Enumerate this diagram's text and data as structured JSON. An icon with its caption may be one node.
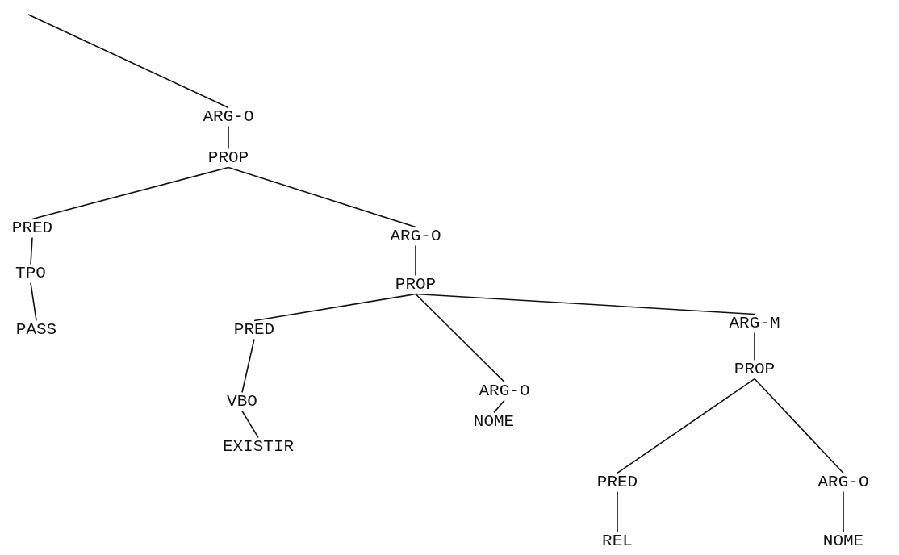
{
  "diagram": {
    "nodes": [
      {
        "text": [
          "ARG-O"
        ]
      },
      {
        "text": [
          "PROP"
        ]
      },
      {
        "text": [
          "PRED"
        ]
      },
      {
        "text": [
          "TPO"
        ]
      },
      {
        "text": [
          "PASS"
        ]
      },
      {
        "text": [
          "ARG-O"
        ]
      },
      {
        "text": [
          "PROP"
        ]
      },
      {
        "text": [
          "PRED"
        ]
      },
      {
        "text": [
          "VBO"
        ]
      },
      {
        "text": [
          "EXISTIR"
        ]
      },
      {
        "text": [
          "ARG-O"
        ]
      },
      {
        "text": [
          "NOME"
        ]
      },
      {
        "text": [
          "ARG-M"
        ]
      },
      {
        "text": [
          "PROP"
        ]
      },
      {
        "text": [
          "PRED"
        ]
      },
      {
        "text": [
          "REL"
        ]
      },
      {
        "text": [
          "ARG-O"
        ]
      },
      {
        "text": [
          "NOME"
        ]
      }
    ],
    "edges": [
      {
        "from": null,
        "to": 0,
        "arrow": "none"
      },
      {
        "from": 0,
        "to": 1,
        "arrow": "none"
      },
      {
        "from": 1,
        "to": 2,
        "arrow": "none"
      },
      {
        "from": 1,
        "to": 5,
        "arrow": "none"
      },
      {
        "from": 2,
        "to": 3,
        "arrow": "none"
      },
      {
        "from": 3,
        "to": 4,
        "arrow": "none"
      },
      {
        "from": 5,
        "to": 6,
        "arrow": "none"
      },
      {
        "from": 6,
        "to": 7,
        "arrow": "none"
      },
      {
        "from": 6,
        "to": 10,
        "arrow": "none"
      },
      {
        "from": 6,
        "to": 12,
        "arrow": "none"
      },
      {
        "from": 7,
        "to": 8,
        "arrow": "none"
      },
      {
        "from": 8,
        "to": 9,
        "arrow": "none"
      },
      {
        "from": 10,
        "to": 11,
        "arrow": "none"
      },
      {
        "from": 12,
        "to": 13,
        "arrow": "none"
      },
      {
        "from": 13,
        "to": 14,
        "arrow": "none"
      },
      {
        "from": 13,
        "to": 16,
        "arrow": "none"
      },
      {
        "from": 14,
        "to": 15,
        "arrow": "none"
      },
      {
        "from": 16,
        "to": 17,
        "arrow": "none"
      }
    ]
  }
}
